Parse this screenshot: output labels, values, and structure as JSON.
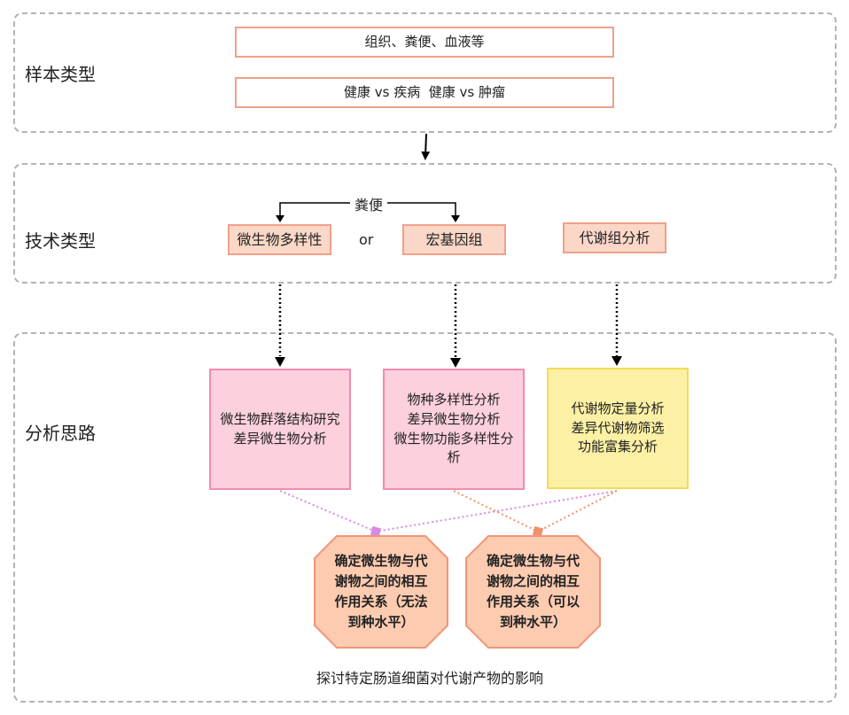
{
  "sections": {
    "sample": {
      "label": "样本类型",
      "sample_types": "组织、粪便、血液等",
      "comparisons": "健康 vs 疾病  健康 vs 肿瘤"
    },
    "technology": {
      "label": "技术类型",
      "feces_label": "粪便",
      "or_label": "or",
      "methods": [
        "微生物多样性",
        "宏基因组",
        "代谢组分析"
      ]
    },
    "analysis": {
      "label": "分析思路",
      "boxes": [
        {
          "lines": [
            "微生物群落结构研究",
            "差异微生物分析"
          ],
          "color": "#fcd0dd"
        },
        {
          "lines": [
            "物种多样性分析",
            "差异微生物分析",
            "微生物功能多样性分",
            "析"
          ],
          "color": "#fcd0dd"
        },
        {
          "lines": [
            "代谢物定量分析",
            "差异代谢物筛选",
            "功能富集分析"
          ],
          "color": "#fcf0a5"
        }
      ],
      "results": [
        {
          "lines": [
            "确定微生物与代",
            "谢物之间的相互",
            "作用关系（无法",
            "到种水平）"
          ]
        },
        {
          "lines": [
            "确定微生物与代",
            "谢物之间的相互",
            "作用关系（可以",
            "到种水平）"
          ]
        }
      ],
      "footer": "探讨特定肠道细菌对代谢产物的影响"
    }
  },
  "colors": {
    "section_border": "#b3b3b3",
    "salmon_border": "#f0a08a",
    "tech_fill": "#fbd7c8",
    "pink_border": "#f28cb0",
    "pink_fill": "#fcd0dd",
    "yellow_border": "#f0dc5a",
    "yellow_fill": "#fcf0a5",
    "result_fill": "#fccbb0",
    "result_border": "#f09678",
    "purple_dotted": "#d78ae6",
    "orange_dotted": "#f0906c"
  }
}
